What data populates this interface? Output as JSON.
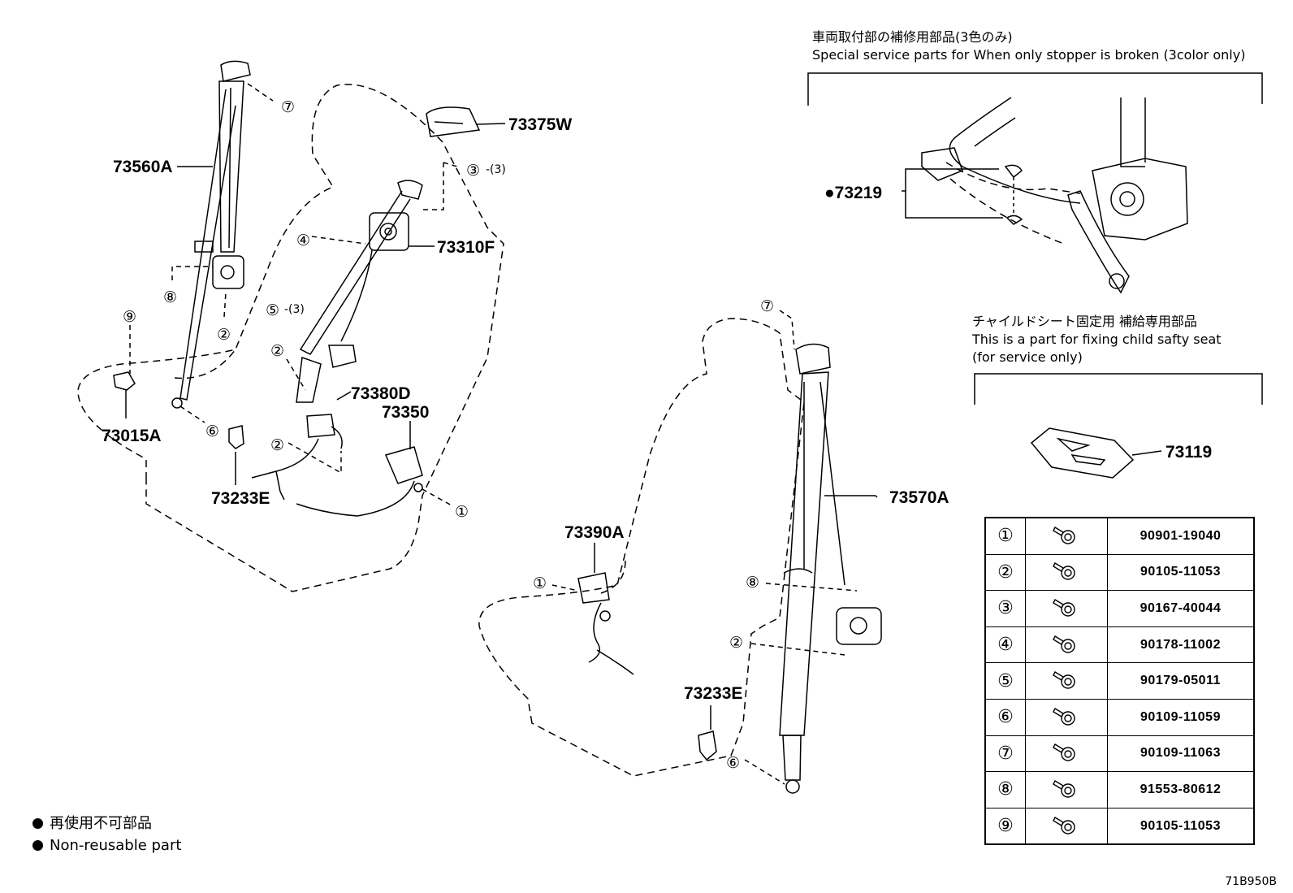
{
  "legend": {
    "mark": "●",
    "line_jp": "再使用不可部品",
    "line_en": "Non-reusable part"
  },
  "note_top": {
    "jp": "車両取付部の補修用部品(3色のみ)",
    "en": "Special service parts for When only stopper is broken (3color only)"
  },
  "note_child": {
    "jp": "チャイルドシート固定用 補給専用部品",
    "en1": "This is a part for fixing child safty seat",
    "en2": "(for service only)"
  },
  "callouts": {
    "p73560A": "73560A",
    "p73375W": "73375W",
    "p73310F": "73310F",
    "p73380D": "73380D",
    "p73350": "73350",
    "p73015A": "73015A",
    "p73233E_left": "73233E",
    "p73219": "●73219",
    "p73119": "73119",
    "p73570A": "73570A",
    "p73390A": "73390A",
    "p73233E_right": "73233E"
  },
  "circles": {
    "c7a": "⑦",
    "c3": "③",
    "c4": "④",
    "c5": "⑤",
    "c2a": "②",
    "c8a": "⑧",
    "c9": "⑨",
    "c2b": "②",
    "c6a": "⑥",
    "c2c": "②",
    "c1a": "①",
    "c7b": "⑦",
    "c1b": "①",
    "c8b": "⑧",
    "c2d": "②",
    "c6b": "⑥"
  },
  "qty": {
    "q3": "-(3)",
    "q5": "-(3)"
  },
  "parts_table": [
    {
      "no": "①",
      "part": "90901-19040"
    },
    {
      "no": "②",
      "part": "90105-11053"
    },
    {
      "no": "③",
      "part": "90167-40044"
    },
    {
      "no": "④",
      "part": "90178-11002"
    },
    {
      "no": "⑤",
      "part": "90179-05011"
    },
    {
      "no": "⑥",
      "part": "90109-11059"
    },
    {
      "no": "⑦",
      "part": "90109-11063"
    },
    {
      "no": "⑧",
      "part": "91553-80612"
    },
    {
      "no": "⑨",
      "part": "90105-11053"
    }
  ],
  "diagram_code": "71B950B"
}
